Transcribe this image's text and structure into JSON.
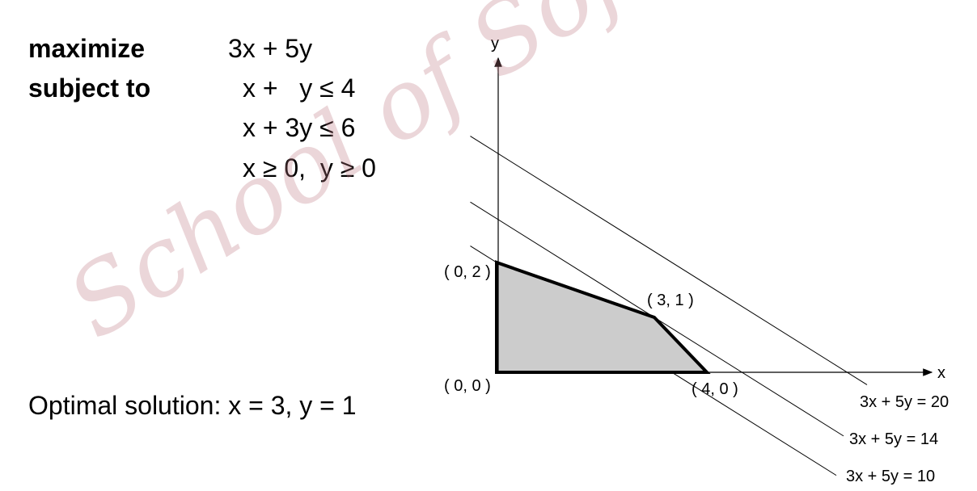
{
  "problem": {
    "maximize_label": "maximize",
    "subject_to_label": "subject to",
    "objective": "3x + 5y",
    "constraints": [
      "x +   y ≤ 4",
      "x + 3y ≤ 6",
      "x ≥ 0,  y ≥ 0"
    ]
  },
  "optimal_solution": "Optimal solution: x = 3, y = 1",
  "graph": {
    "x_axis_label": "x",
    "y_axis_label": "y",
    "feasible_region_color": "#cccccc",
    "vertices": [
      {
        "x": 0,
        "y": 0,
        "label": "( 0, 0 )"
      },
      {
        "x": 4,
        "y": 0,
        "label": "( 4, 0 )"
      },
      {
        "x": 3,
        "y": 1,
        "label": "( 3, 1 )"
      },
      {
        "x": 0,
        "y": 2,
        "label": "( 0, 2 )"
      }
    ],
    "objective_lines": [
      {
        "value": 20,
        "label": "3x + 5y = 20"
      },
      {
        "value": 14,
        "label": "3x + 5y = 14"
      },
      {
        "value": 10,
        "label": "3x + 5y = 10"
      }
    ]
  },
  "watermark": "School of Software Engineering"
}
